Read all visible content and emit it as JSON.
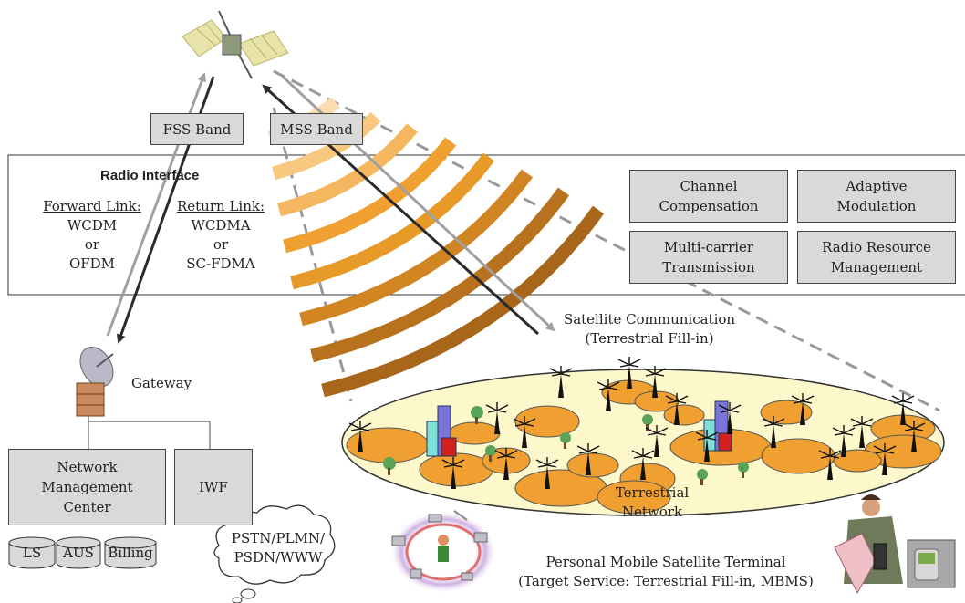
{
  "bands": {
    "fss": "FSS Band",
    "mss": "MSS Band"
  },
  "radio_interface": {
    "title": "Radio Interface",
    "forward": {
      "heading": "Forward Link:",
      "line1": "WCDM",
      "line2": "or",
      "line3": "OFDM"
    },
    "return": {
      "heading": "Return Link:",
      "line1": "WCDMA",
      "line2": "or",
      "line3": "SC-FDMA"
    }
  },
  "techniques": [
    {
      "line1": "Channel",
      "line2": "Compensation"
    },
    {
      "line1": "Adaptive",
      "line2": "Modulation"
    },
    {
      "line1": "Multi-carrier",
      "line2": "Transmission"
    },
    {
      "line1": "Radio Resource",
      "line2": "Management"
    }
  ],
  "gateway": "Gateway",
  "nmc": {
    "line1": "Network",
    "line2": "Management",
    "line3": "Center"
  },
  "iwf": "IWF",
  "databases": [
    "LS",
    "AUS",
    "Billing"
  ],
  "cloud": {
    "line1": "PSTN/PLMN/",
    "line2": "PSDN/WWW"
  },
  "satcom": {
    "line1": "Satellite Communication",
    "line2": "(Terrestrial Fill-in)"
  },
  "terrestrial": {
    "line1": "Terrestrial",
    "line2": "Network"
  },
  "terminal": {
    "line1": "Personal Mobile Satellite Terminal",
    "line2": "(Target Service: Terrestrial Fill-in, MBMS)"
  },
  "colors": {
    "box_fill": "#d9d9d9",
    "cell_fill": "#f0a030",
    "ellipse_fill": "#fdf8cc",
    "arc_light": "#f8c880",
    "arc_dark": "#b06a1a",
    "arrow_gray": "#a0a0a0",
    "arrow_dark": "#2a2a2a"
  }
}
